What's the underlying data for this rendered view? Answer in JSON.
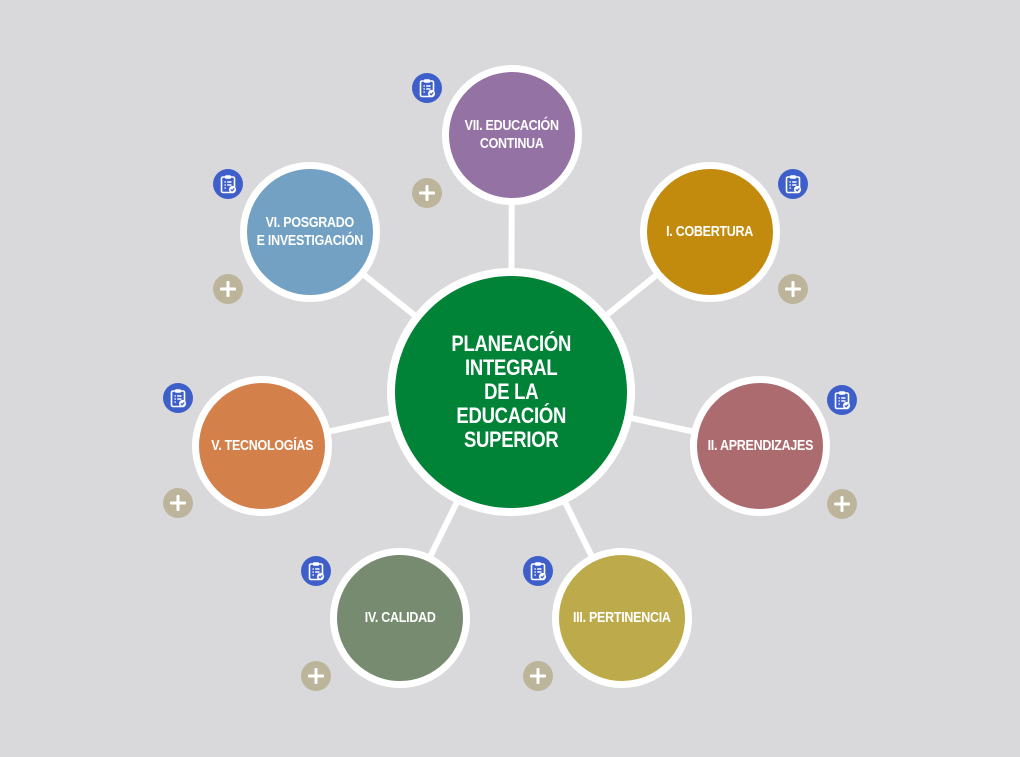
{
  "center": {
    "label": "PLANEACIÓN\nINTEGRAL\nDE LA\nEDUCACIÓN\nSUPERIOR",
    "color": "#008237"
  },
  "nodes": [
    {
      "id": "cobertura",
      "label": "I. COBERTURA",
      "color": "#c28b0d"
    },
    {
      "id": "aprendizajes",
      "label": "II. APRENDIZAJES",
      "color": "#ac6b6e"
    },
    {
      "id": "pertinencia",
      "label": "III. PERTINENCIA",
      "color": "#bdab4b"
    },
    {
      "id": "calidad",
      "label": "IV. CALIDAD",
      "color": "#768b6f"
    },
    {
      "id": "tecnologias",
      "label": "V. TECNOLOGÍAS",
      "color": "#d4804a"
    },
    {
      "id": "posgrado",
      "label": "VI. POSGRADO\nE INVESTIGACIÓN",
      "color": "#73a1c4"
    },
    {
      "id": "educacion-continua",
      "label": "VII. EDUCACIÓN\nCONTINUA",
      "color": "#9472a3"
    }
  ],
  "icons": {
    "document": "clipboard-check-icon",
    "add": "plus-icon",
    "document_color": "#3e5fc9",
    "add_color": "#bdb59b"
  },
  "colors": {
    "background": "#d9d9db",
    "connector": "#ffffff"
  }
}
